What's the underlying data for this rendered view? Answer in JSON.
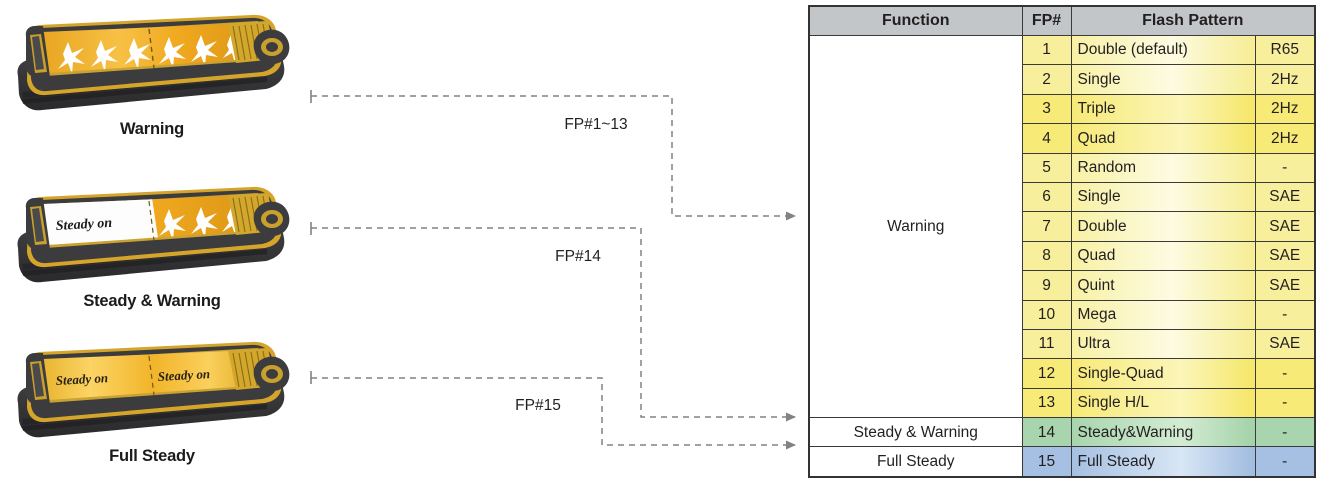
{
  "figures": [
    {
      "id": "warning",
      "caption": "Warning",
      "mode": "stars-full",
      "left_segment_text": "",
      "right_segment_text": "",
      "star_count_left": 3,
      "star_count_right": 3,
      "connector_label": "FP#1~13"
    },
    {
      "id": "steady-warning",
      "caption": "Steady & Warning",
      "mode": "steady-left-stars-right",
      "left_segment_text": "Steady on",
      "right_segment_text": "",
      "star_count_left": 0,
      "star_count_right": 3,
      "connector_label": "FP#14"
    },
    {
      "id": "full-steady",
      "caption": "Full Steady",
      "mode": "steady-both",
      "left_segment_text": "Steady on",
      "right_segment_text": "Steady on",
      "star_count_left": 0,
      "star_count_right": 0,
      "connector_label": "FP#15"
    }
  ],
  "connectors": [
    {
      "label": "FP#1~13",
      "target_row": 1
    },
    {
      "label": "FP#14",
      "target_row": 14
    },
    {
      "label": "FP#15",
      "target_row": 15
    }
  ],
  "table": {
    "headers": [
      "Function",
      "FP#",
      "Flash Pattern",
      ""
    ],
    "function_groups": [
      {
        "label": "Warning",
        "span": 13
      },
      {
        "label": "Steady & Warning",
        "span": 1
      },
      {
        "label": "Full Steady",
        "span": 1
      }
    ],
    "rows": [
      {
        "fp": "1",
        "pattern": "Double (default)",
        "std": "R65",
        "color": "yellow"
      },
      {
        "fp": "2",
        "pattern": "Single",
        "std": "2Hz",
        "color": "yellow"
      },
      {
        "fp": "3",
        "pattern": "Triple",
        "std": "2Hz",
        "color": "yellow-b"
      },
      {
        "fp": "4",
        "pattern": "Quad",
        "std": "2Hz",
        "color": "yellow-b"
      },
      {
        "fp": "5",
        "pattern": "Random",
        "std": "-",
        "color": "yellow"
      },
      {
        "fp": "6",
        "pattern": "Single",
        "std": "SAE",
        "color": "yellow"
      },
      {
        "fp": "7",
        "pattern": "Double",
        "std": "SAE",
        "color": "yellow"
      },
      {
        "fp": "8",
        "pattern": "Quad",
        "std": "SAE",
        "color": "yellow"
      },
      {
        "fp": "9",
        "pattern": "Quint",
        "std": "SAE",
        "color": "yellow"
      },
      {
        "fp": "10",
        "pattern": "Mega",
        "std": "-",
        "color": "yellow"
      },
      {
        "fp": "11",
        "pattern": "Ultra",
        "std": "SAE",
        "color": "yellow"
      },
      {
        "fp": "12",
        "pattern": "Single-Quad",
        "std": "-",
        "color": "yellow-b"
      },
      {
        "fp": "13",
        "pattern": "Single H/L",
        "std": "-",
        "color": "yellow-b"
      },
      {
        "fp": "14",
        "pattern": "Steady&Warning",
        "std": "-",
        "color": "green"
      },
      {
        "fp": "15",
        "pattern": "Full Steady",
        "std": "-",
        "color": "blue"
      }
    ]
  },
  "colors": {
    "header_grey": "#c3c6c8",
    "yellow": "#f7ef9c",
    "yellow_deep": "#f7ea77",
    "green": "#a8d5ad",
    "blue": "#a5c0e2",
    "lens_amber": "#f0a81e",
    "housing_dark": "#3a3a3c",
    "connector_grey": "#808285"
  }
}
